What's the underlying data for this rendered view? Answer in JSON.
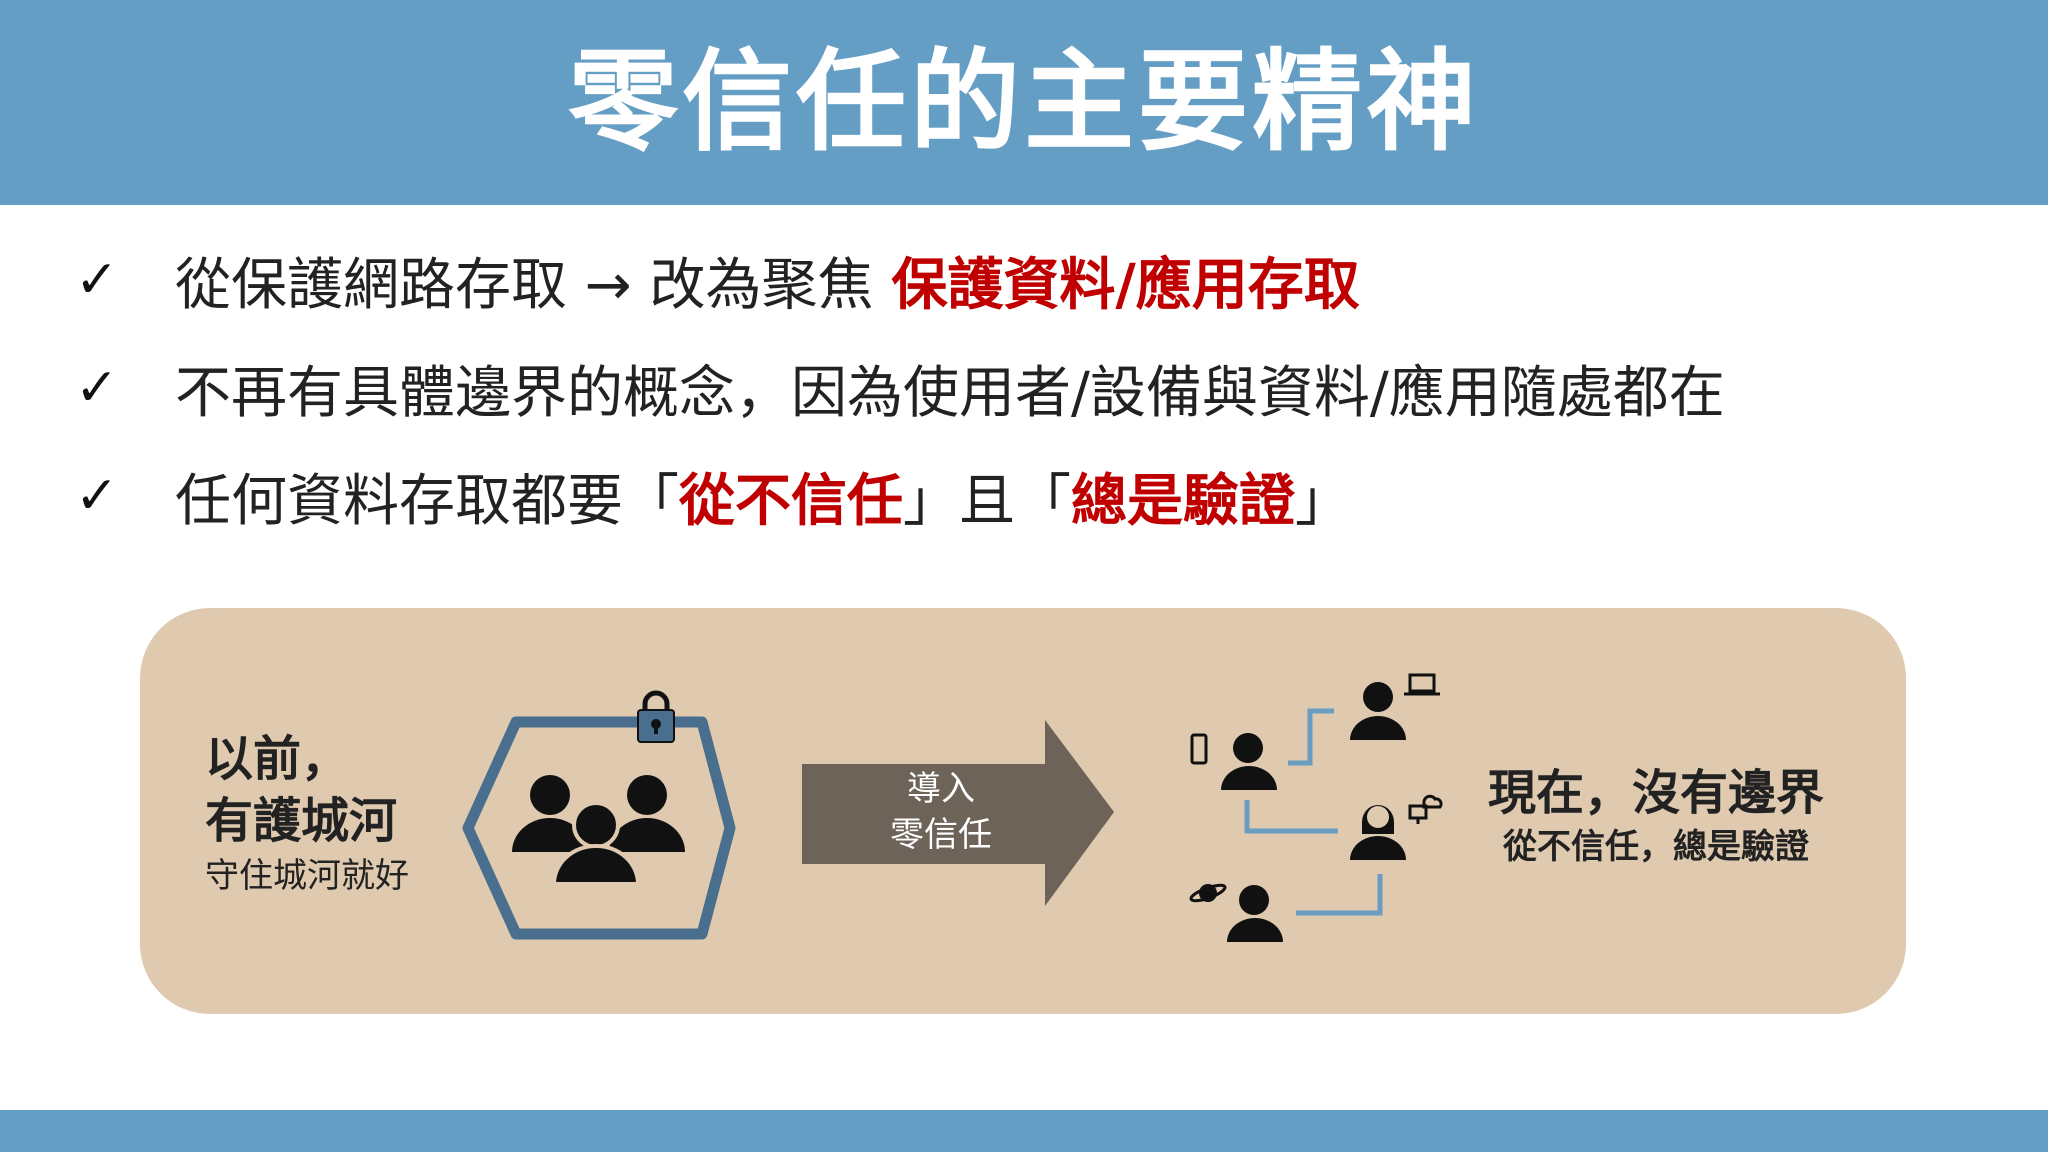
{
  "slide": {
    "title": "零信任的主要精神",
    "colors": {
      "header": "#649ec4",
      "emphasis": "#c00000",
      "panel": "#dfcab0",
      "arrow": "#6d6358",
      "hexagon": "#4a6f8e"
    }
  },
  "bullets": [
    {
      "prefix": "從保護網路存取 → 改為聚焦 ",
      "emphasis": "保護資料/應用存取"
    },
    {
      "text": "不再有具體邊界的概念，因為使用者/設備與資料/應用隨處都在"
    },
    {
      "prefix": "任何資料存取都要「",
      "emphasis1": "從不信任",
      "middle": "」且「",
      "emphasis2": "總是驗證",
      "suffix": "」"
    }
  ],
  "diagram": {
    "past": {
      "line1": "以前，",
      "line2": "有護城河",
      "line3": "守住城河就好"
    },
    "arrow": {
      "line1": "導入",
      "line2": "零信任"
    },
    "now": {
      "line1": "現在，沒有邊界",
      "line2": "從不信任，總是驗證"
    },
    "icons": [
      "lock-icon",
      "user-group-icon",
      "phone-icon",
      "laptop-icon",
      "cloud-monitor-icon",
      "satellite-icon"
    ]
  }
}
